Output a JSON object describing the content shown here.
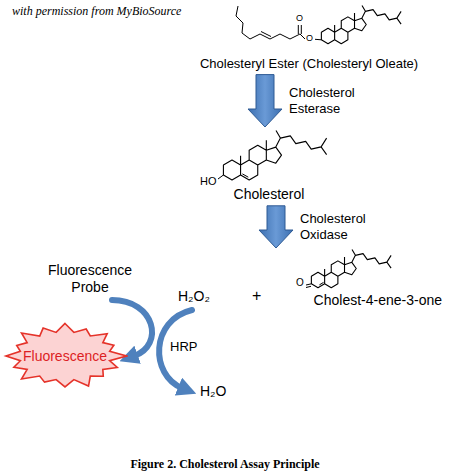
{
  "diagram": {
    "caption": "Figure 2. Cholesterol Assay Principle",
    "nodes": [
      {
        "text": [
          "Cholesteryl Ester (Cholesteryl Oleate)"
        ]
      },
      {
        "text": [
          "Cholesterol"
        ]
      },
      {
        "text": [
          "Cholest-4-ene-3-one"
        ]
      },
      {
        "text": [
          "Fluorescence"
        ]
      }
    ],
    "edges": [
      {
        "from": 0,
        "to": 1,
        "arrow": "to",
        "label": "Cholesterol Esterase"
      },
      {
        "from": 1,
        "to": 2,
        "arrow": "to",
        "label": "Cholesterol Oxidase"
      }
    ],
    "labels": [
      "with permission from MyBioSource",
      "O",
      "O",
      "HO",
      "O",
      "Fluorescence Probe",
      "H₂O₂",
      "+",
      "HRP",
      "H₂O"
    ]
  }
}
